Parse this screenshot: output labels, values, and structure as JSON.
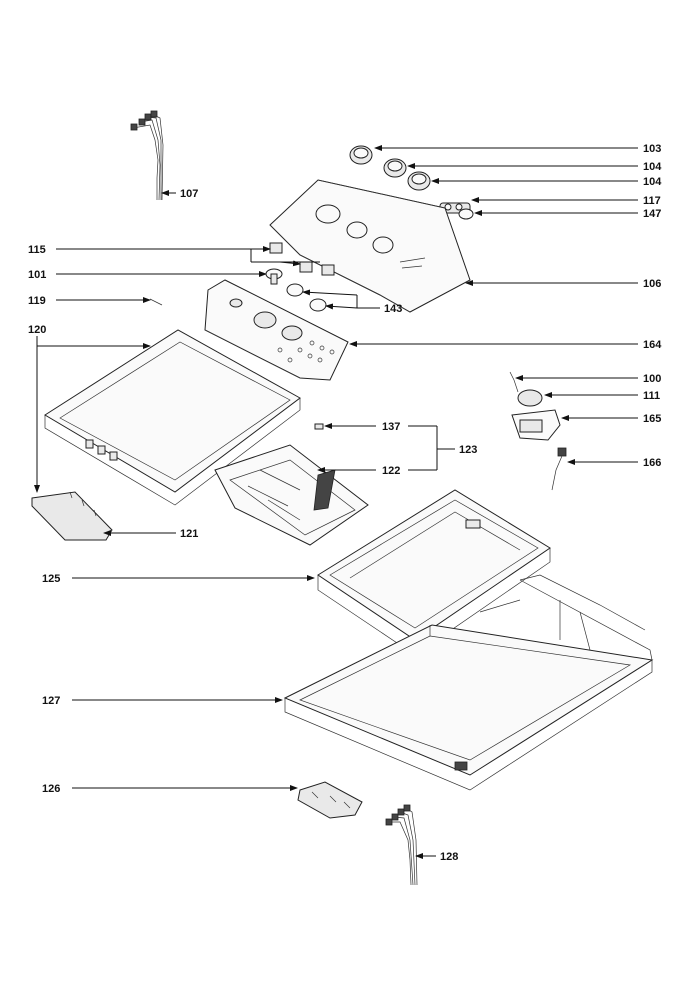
{
  "callouts": {
    "c100": "100",
    "c101": "101",
    "c103": "103",
    "c104a": "104",
    "c104b": "104",
    "c106": "106",
    "c107": "107",
    "c111": "111",
    "c115": "115",
    "c117": "117",
    "c119": "119",
    "c120": "120",
    "c121": "121",
    "c122": "122",
    "c123": "123",
    "c125": "125",
    "c126": "126",
    "c127": "127",
    "c128": "128",
    "c137": "137",
    "c143": "143",
    "c147": "147",
    "c164": "164",
    "c165": "165",
    "c166": "166"
  }
}
